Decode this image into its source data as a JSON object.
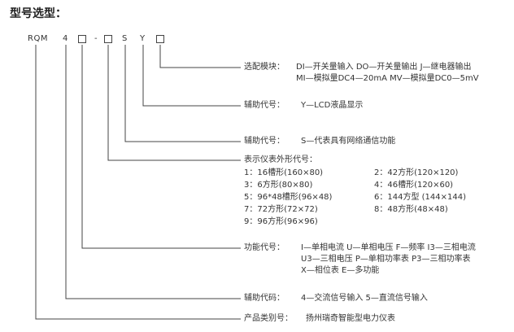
{
  "title": "型号选型：",
  "code": {
    "prefix": "RQM",
    "digit": "4",
    "dash": "-",
    "s": "S",
    "y": "Y"
  },
  "sections": {
    "module": {
      "label": "选配模块：",
      "line1": "DI—开关量输入  DO—开关量输出  J—继电器输出",
      "line2": "MI—模拟量DC4—20mA   MV—模拟量DC0—5mV"
    },
    "aux_y": {
      "label": "辅助代号：",
      "value": "Y—LCD液晶显示"
    },
    "aux_s": {
      "label": "辅助代号：",
      "value": "S—代表具有网络通信功能"
    },
    "shape": {
      "label": "表示仪表外形代号：",
      "items": [
        "1：16槽形(160×80)",
        "2：42方形(120×120)",
        "3：6方形(80×80)",
        "4：46槽形(120×60)",
        "5：96*48槽形(96×48)",
        "6：144方型 (144×144)",
        "7：72方形(72×72)",
        "8：48方形(48×48)",
        "9：96方形(96×96)"
      ]
    },
    "function": {
      "label": "功能代号：",
      "line1": "I—单相电流  U—单相电压  F—频率  I3—三相电流",
      "line2": "U3—三相电压  P—单相功率表  P3—三相功率表",
      "line3": "X—相位表  E—多功能"
    },
    "aux_code": {
      "label": "辅助代码：",
      "value": "4—交流信号输入   5—直流信号输入"
    },
    "category": {
      "label": "产品类别号：",
      "value": "扬州瑞奇智能型电力仪表"
    }
  }
}
